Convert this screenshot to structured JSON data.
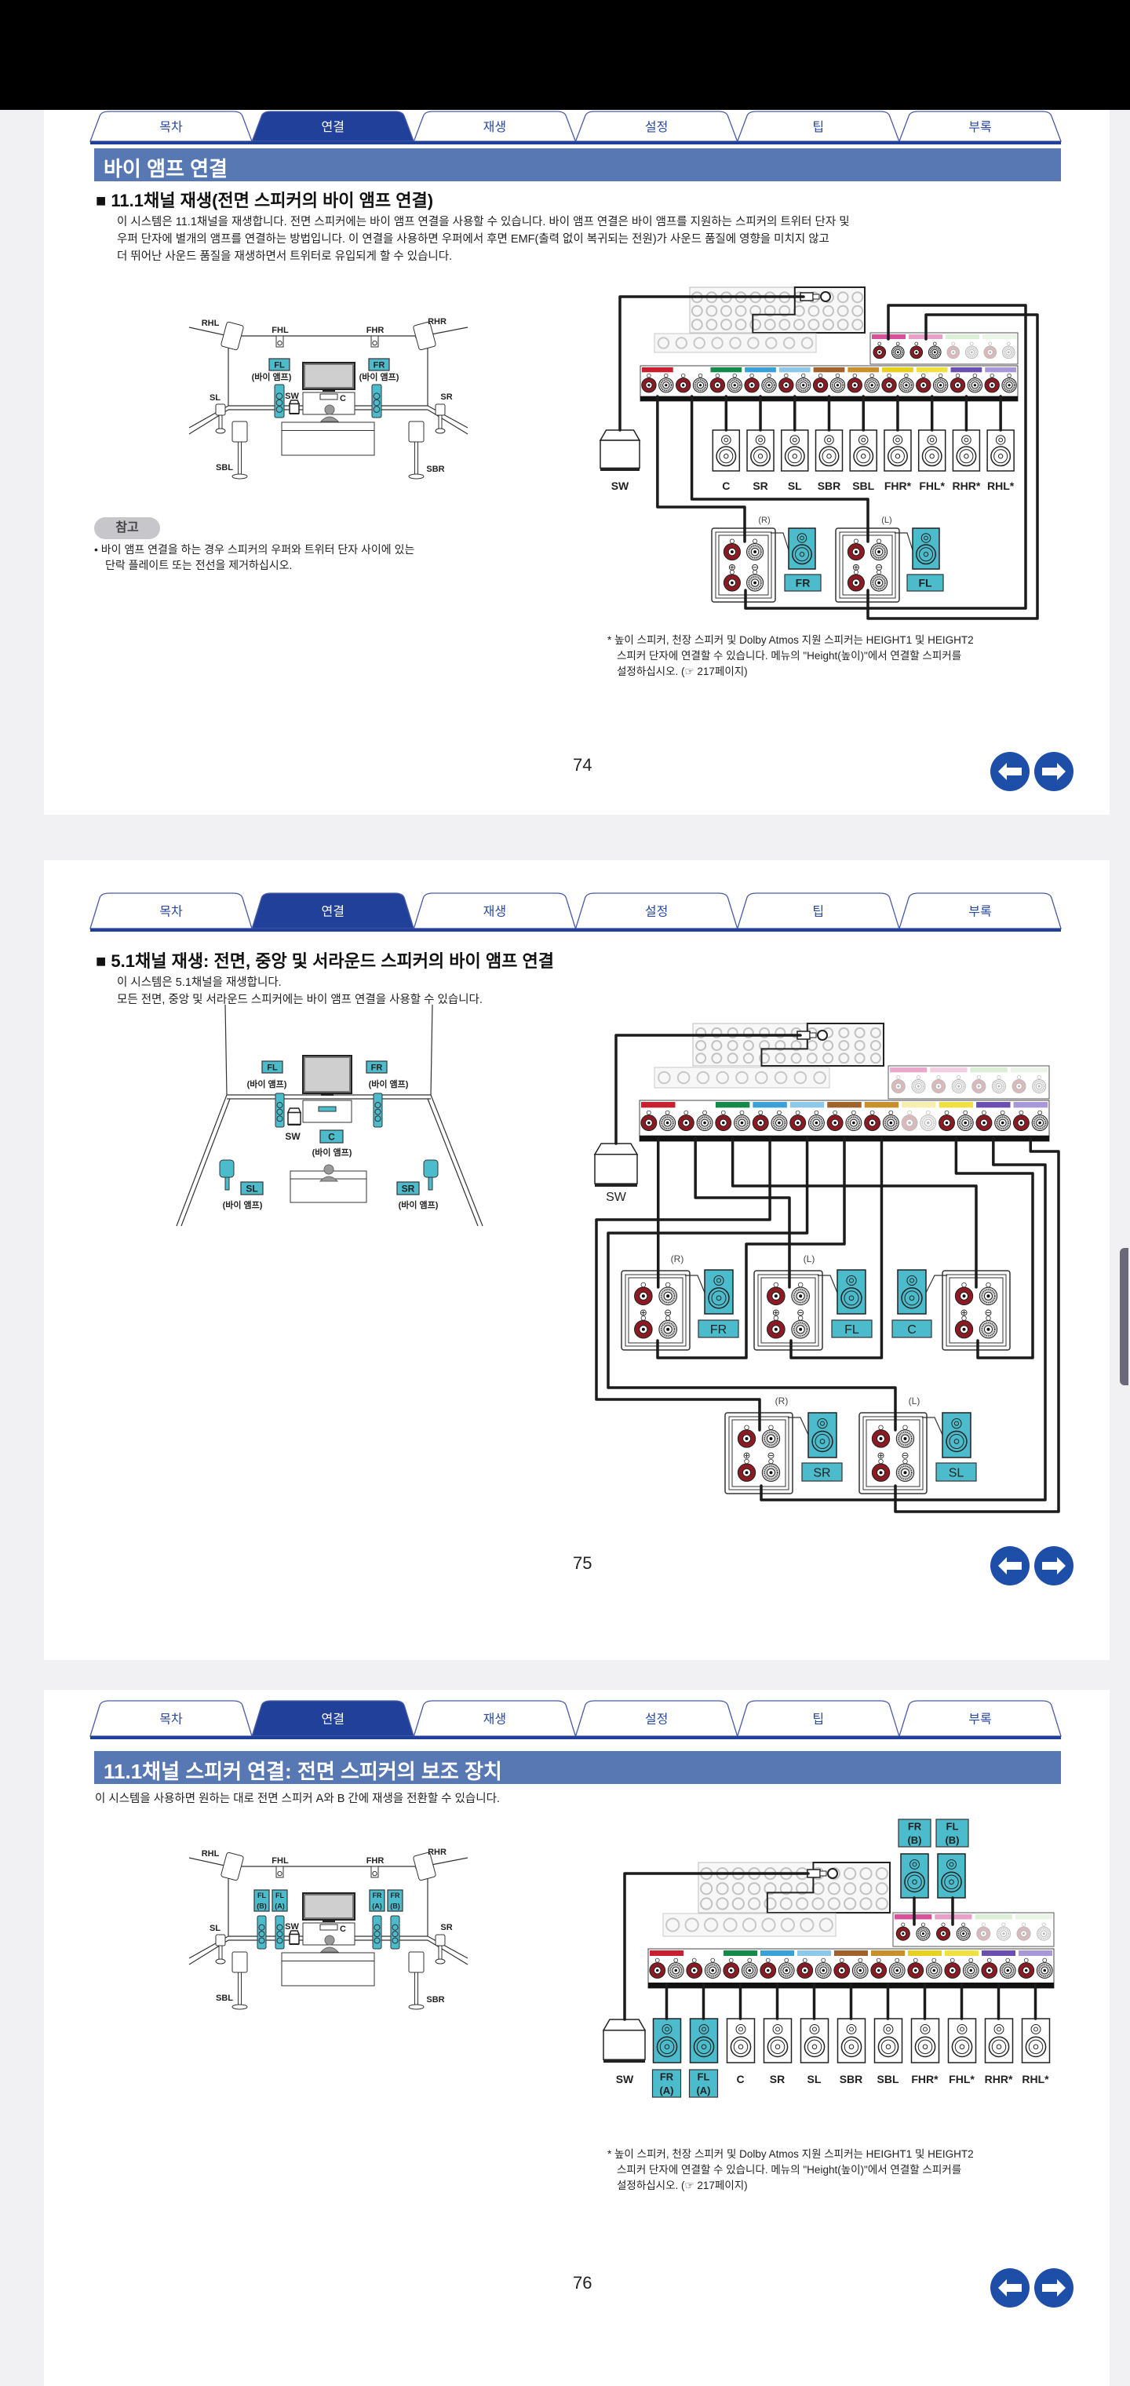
{
  "nav": {
    "tabs": [
      "목차",
      "연결",
      "재생",
      "설정",
      "팁",
      "부록"
    ],
    "active": 1
  },
  "colors": {
    "navy": "#21409a",
    "heading": "#5878b4",
    "teal": "#4cbccc",
    "arrow": "#1e4fa8"
  },
  "page74": {
    "title": "바이 앰프 연결",
    "subheading": "■ 11.1채널 재생(전면 스피커의 바이 앰프 연결)",
    "body": [
      "이 시스템은 11.1채널을 재생합니다. 전면 스피커에는 바이 앰프 연결을 사용할 수 있습니다. 바이 앰프 연결은 바이 앰프를 지원하는 스피커의 트위터 단자 및",
      "우퍼 단자에 별개의 앰프를 연결하는 방법입니다. 이 연결을 사용하면 우퍼에서 후면 EMF(출력 없이 복귀되는 전원)가 사운드 품질에 영향을 미치지 않고",
      "더 뛰어난 사운드 품질을 재생하면서 트위터로 유입되게 할 수 있습니다."
    ],
    "room": {
      "RHL": "RHL",
      "FHL": "FHL",
      "FHR": "FHR",
      "RHR": "RHR",
      "FL": "FL",
      "FR": "FR",
      "biamp": "(바이 앰프)",
      "SW": "SW",
      "C": "C",
      "SL": "SL",
      "SR": "SR",
      "SBL": "SBL",
      "SBR": "SBR"
    },
    "note_badge": "참고",
    "note": [
      "• 바이 앰프 연결을 하는 경우 스피커의 우퍼와 트위터 단자 사이에 있는",
      "단락 플레이트 또는 전선을 제거하십시오."
    ],
    "wiring": {
      "SW": "SW",
      "speakers": [
        "C",
        "SR",
        "SL",
        "SBR",
        "SBL",
        "FHR*",
        "FHL*",
        "RHR*",
        "RHL*"
      ],
      "R": "(R)",
      "L": "(L)",
      "FR": "FR",
      "FL": "FL"
    },
    "footnote": [
      "* 높이 스피커, 천장 스피커 및 Dolby Atmos 지원 스피커는 HEIGHT1 및 HEIGHT2",
      "스피커 단자에 연결할 수 있습니다. 메뉴의 \"Height(높이)\"에서 연결할 스피커를",
      "설정하십시오. (☞ 217페이지)"
    ],
    "page_number": "74"
  },
  "page75": {
    "subheading": "■ 5.1채널 재생: 전면, 중앙 및 서라운드 스피커의 바이 앰프 연결",
    "body": [
      "이 시스템은 5.1채널을 재생합니다.",
      "모든 전면, 중앙 및 서라운드 스피커에는 바이 앰프 연결을 사용할 수 있습니다."
    ],
    "room": {
      "FL": "FL",
      "FR": "FR",
      "biamp": "(바이 앰프)",
      "SW": "SW",
      "C": "C",
      "SL": "SL",
      "SR": "SR"
    },
    "wiring": {
      "SW": "SW",
      "R": "(R)",
      "L": "(L)",
      "FR": "FR",
      "FL": "FL",
      "C": "C",
      "SR": "SR",
      "SL": "SL"
    },
    "page_number": "75"
  },
  "page76": {
    "title": "11.1채널 스피커 연결: 전면 스피커의 보조 장치",
    "body": "이 시스템을 사용하면 원하는 대로 전면 스피커 A와 B 간에 재생을 전환할 수 있습니다.",
    "room": {
      "RHL": "RHL",
      "FHL": "FHL",
      "FHR": "FHR",
      "RHR": "RHR",
      "FL": "FL",
      "FR": "FR",
      "A": "(A)",
      "B": "(B)",
      "SW": "SW",
      "C": "C",
      "SL": "SL",
      "SR": "SR",
      "SBL": "SBL",
      "SBR": "SBR"
    },
    "wiring": {
      "SW": "SW",
      "FR": "FR",
      "FL": "FL",
      "A": "(A)",
      "B": "(B)",
      "speakers": [
        "C",
        "SR",
        "SL",
        "SBR",
        "SBL",
        "FHR*",
        "FHL*",
        "RHR*",
        "RHL*"
      ]
    },
    "footnote": [
      "* 높이 스피커, 천장 스피커 및 Dolby Atmos 지원 스피커는 HEIGHT1 및 HEIGHT2",
      "스피커 단자에 연결할 수 있습니다. 메뉴의 \"Height(높이)\"에서 연결할 스피커를",
      "설정하십시오. (☞ 217페이지)"
    ],
    "page_number": "76"
  }
}
